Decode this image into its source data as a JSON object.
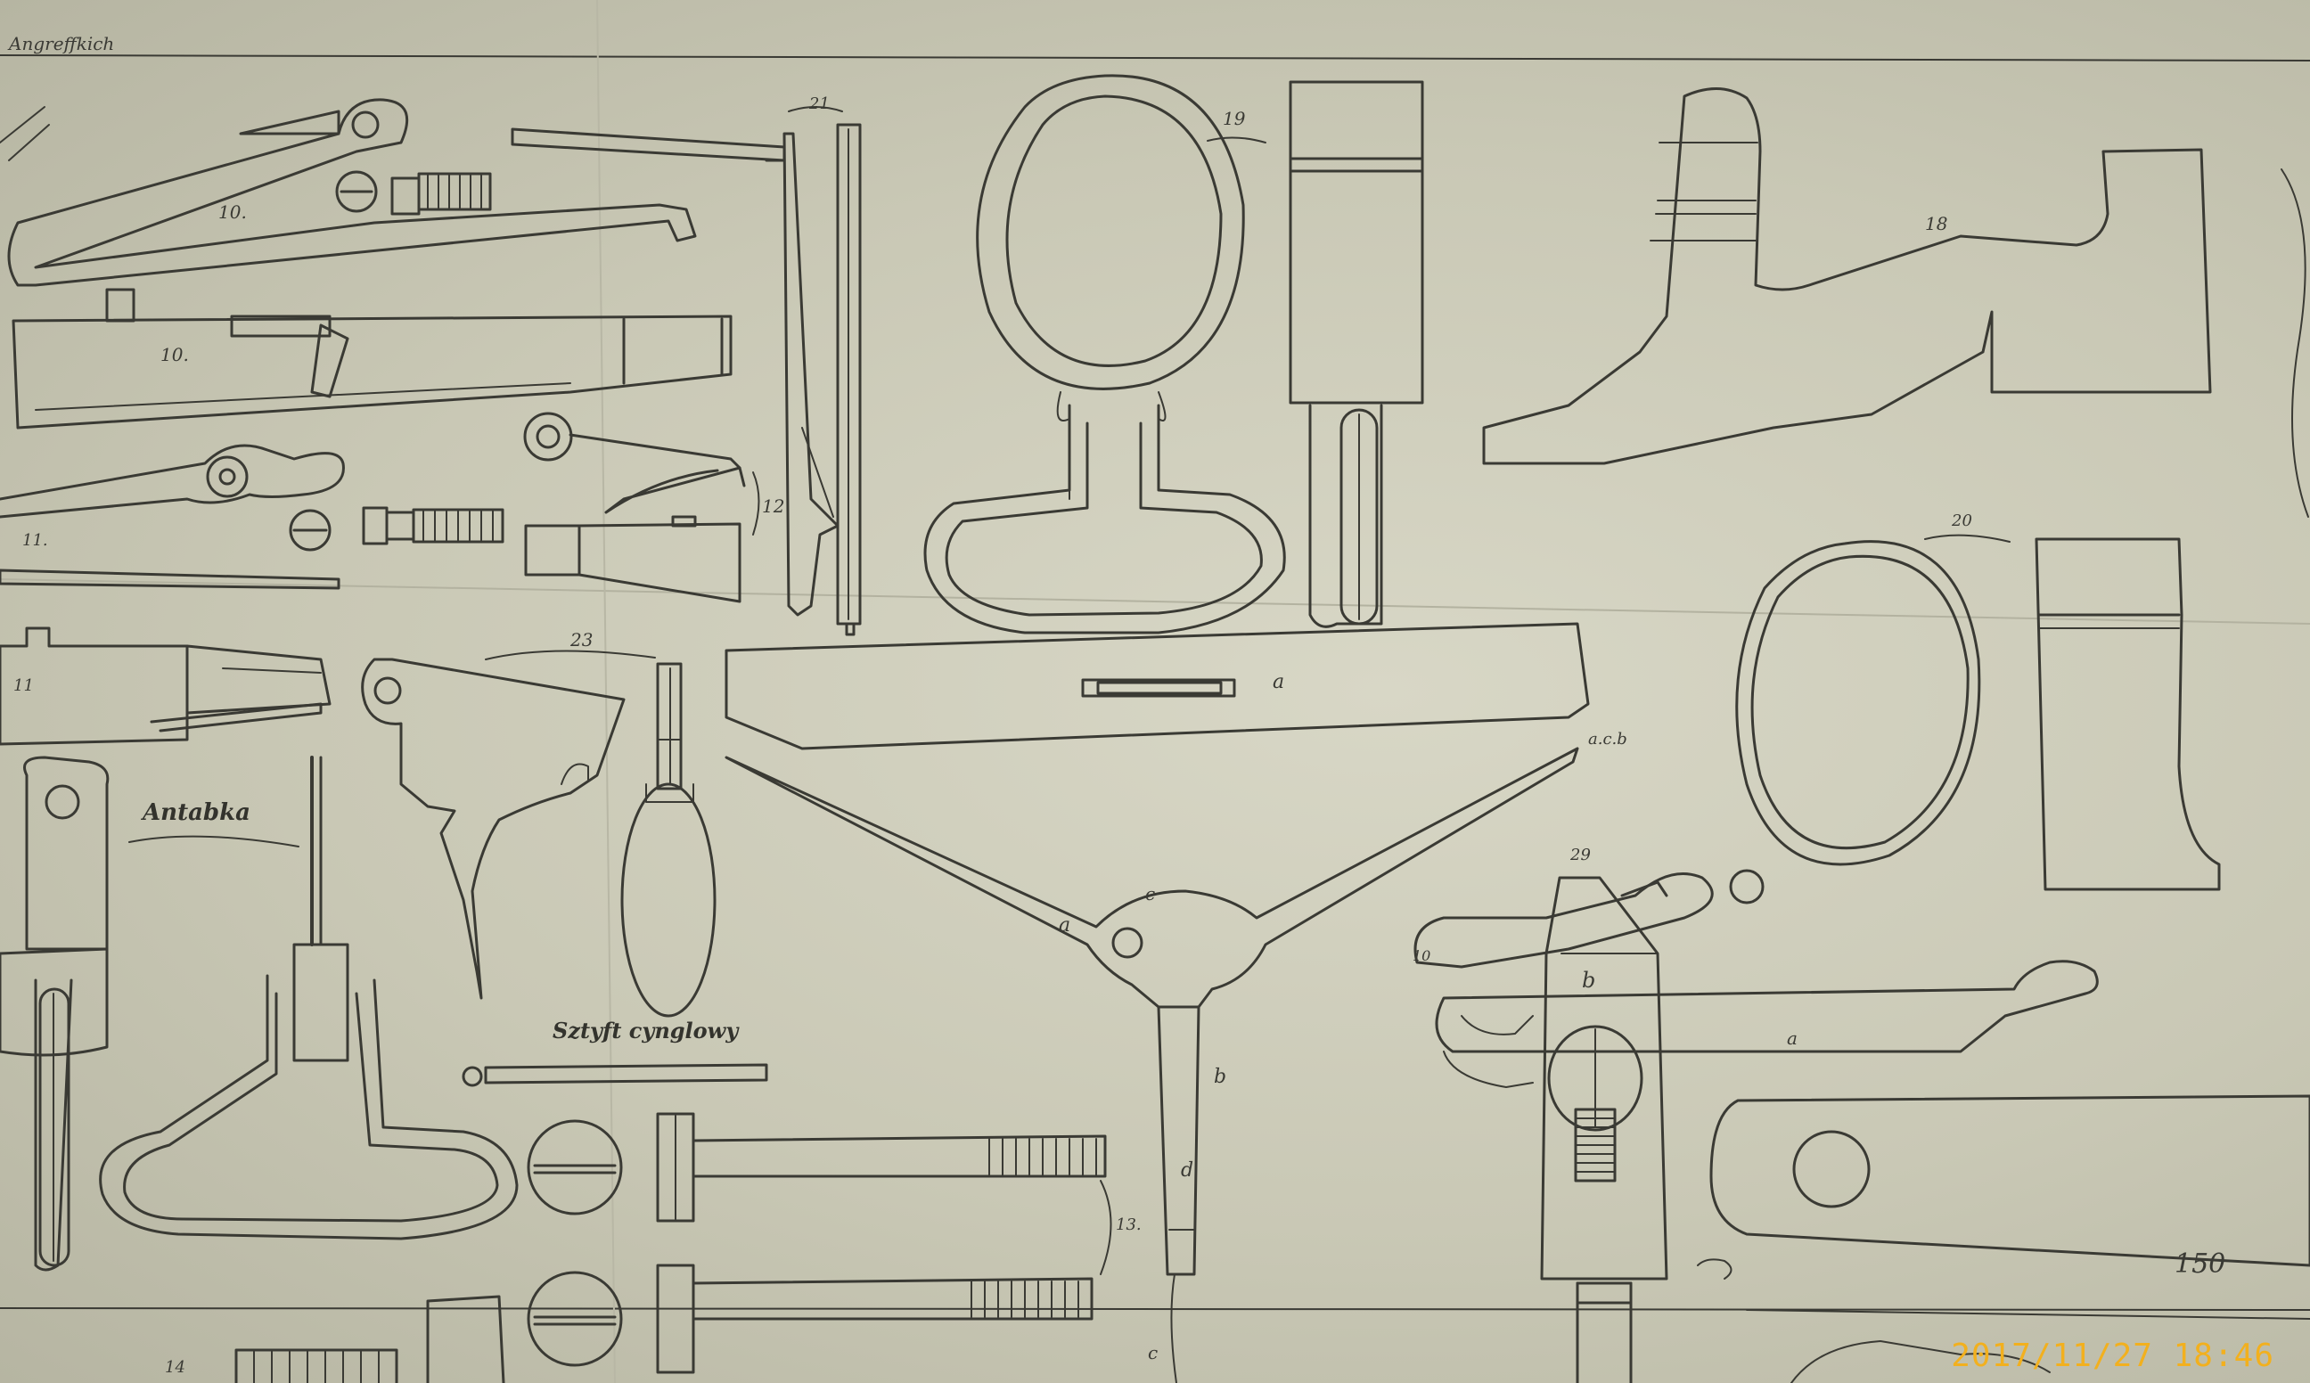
{
  "header": {
    "text": "Angreffkich"
  },
  "captions": {
    "antabka": "Antabka",
    "sztyft": "Sztyft cynglowy"
  },
  "numbers": {
    "n10a": "10.",
    "n10b": "10.",
    "n11a": "11.",
    "n11b": "11",
    "n12": "12",
    "n13": "13.",
    "n14": "14",
    "n18": "18",
    "n19": "19",
    "n20": "20",
    "n21": "21",
    "n23": "23",
    "n29": "29",
    "n10c": "10"
  },
  "letters": {
    "a1": "a",
    "a2": "a",
    "a3": "a",
    "b1": "b",
    "b2": "b",
    "c1": "c",
    "c2": "c",
    "d1": "d",
    "acb": "a.c.b"
  },
  "handwritten": "150",
  "timestamp": "2017/11/27 18:46",
  "colors": {
    "ink": "#3a3a34",
    "paper": "#d4d3c1",
    "stamp": "#f2b01e"
  }
}
